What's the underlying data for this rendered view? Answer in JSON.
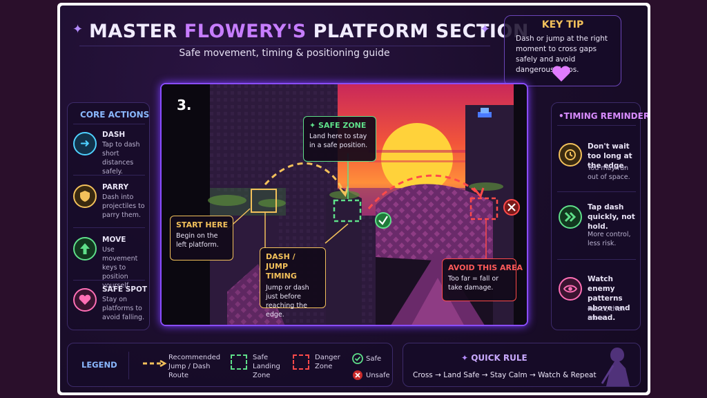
{
  "header": {
    "title_part1": "MASTER ",
    "title_accent": "FLOWERY'S",
    "title_part2": " PLATFORM SECTION",
    "subtitle": "Safe movement, timing & positioning guide"
  },
  "key_tip": {
    "title": "KEY TIP",
    "text": "Dash or jump at the right moment to cross gaps safely and avoid dangerous drops."
  },
  "core_actions": {
    "title": "CORE ACTIONS",
    "items": [
      {
        "name": "DASH",
        "desc": "Tap to dash short distances safely.",
        "icon": "dash-arrows-icon",
        "color": "#4fd1ff"
      },
      {
        "name": "PARRY",
        "desc": "Dash into projectiles to parry them.",
        "icon": "shield-icon",
        "color": "#f3c15b"
      },
      {
        "name": "MOVE",
        "desc": "Use movement keys to position yourself.",
        "icon": "arrow-up-icon",
        "color": "#5fe08a"
      },
      {
        "name": "SAFE SPOT",
        "desc": "Stay on platforms to avoid falling.",
        "icon": "heart-icon",
        "color": "#ff6fb5"
      }
    ]
  },
  "timing": {
    "title": "TIMING REMINDERS",
    "items": [
      {
        "strong": "Don't wait too long at the edge.",
        "soft": "You may run out of space.",
        "icon": "clock-icon",
        "color": "#f3c15b"
      },
      {
        "strong": "Tap dash quickly, not hold.",
        "soft": "More control, less risk.",
        "icon": "double-chevron-icon",
        "color": "#5fe08a"
      },
      {
        "strong": "Watch enemy patterns above and ahead.",
        "soft": "React, then move.",
        "icon": "eye-icon",
        "color": "#ff6fb5"
      }
    ]
  },
  "scene": {
    "step": "3.",
    "start": {
      "title": "START HERE",
      "text": "Begin on the left platform."
    },
    "safe": {
      "title": "SAFE ZONE",
      "text": "Land here to stay in a safe position."
    },
    "timing": {
      "title": "DASH / JUMP TIMING",
      "text": "Jump or dash just before reaching the edge."
    },
    "avoid": {
      "title": "AVOID THIS AREA",
      "text": "Too far = fall or take damage."
    }
  },
  "legend": {
    "title": "LEGEND",
    "route": "Recommended Jump / Dash Route",
    "safe_zone": "Safe Landing Zone",
    "danger_zone": "Danger Zone",
    "safe": "Safe",
    "unsafe": "Unsafe"
  },
  "quick_rule": {
    "title": "QUICK RULE",
    "text": "Cross → Land Safe → Stay Calm → Watch & Repeat"
  },
  "colors": {
    "yellow": "#f3c15b",
    "green": "#5fe08a",
    "red": "#ff4a4a",
    "purple": "#a24dff"
  }
}
